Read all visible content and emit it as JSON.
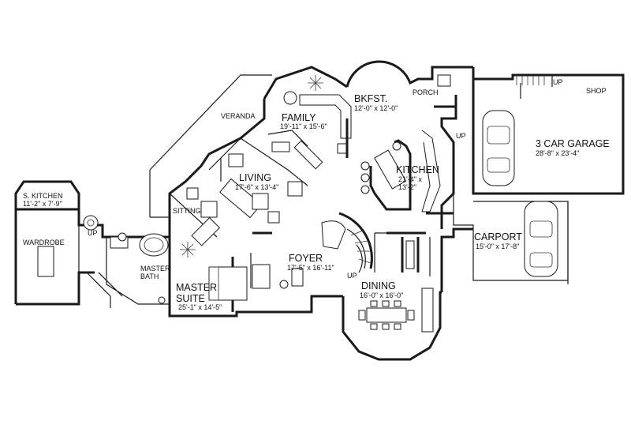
{
  "rooms": {
    "veranda": {
      "name": "VERANDA"
    },
    "family": {
      "name": "FAMILY",
      "dim": "19'-11\" x 15'-6\""
    },
    "bkfst": {
      "name": "BKFST.",
      "dim": "12'-0\" x 12'-0\""
    },
    "porch": {
      "name": "PORCH"
    },
    "kitchen": {
      "name": "KITCHEN",
      "dim1": "21'-4\" x",
      "dim2": "13'-2\""
    },
    "living": {
      "name": "LIVING",
      "dim": "17'-6\" x 13'-4\""
    },
    "sitting": {
      "name": "SITTING"
    },
    "s_kitchen": {
      "name": "S. KITCHEN",
      "dim": "11'-2\" x 7'-9\""
    },
    "wardrobe": {
      "name": "WARDROBE"
    },
    "master_bath": {
      "line1": "MASTER",
      "line2": "BATH"
    },
    "master_suite": {
      "line1": "MASTER",
      "line2": "SUITE",
      "dim": "25'-1\" x 14'-5\""
    },
    "foyer": {
      "name": "FOYER",
      "dim": "17'-5\" x 16'-11\""
    },
    "dining": {
      "name": "DINING",
      "dim": "16'-0\" x 16'-0\""
    },
    "garage": {
      "name": "3 CAR GARAGE",
      "dim": "28'-8\" x 23'-4\""
    },
    "shop": {
      "name": "SHOP"
    },
    "carport": {
      "name": "CARPORT",
      "dim": "15'-0\" x 17'-8\""
    }
  },
  "marks": {
    "up": "UP"
  }
}
